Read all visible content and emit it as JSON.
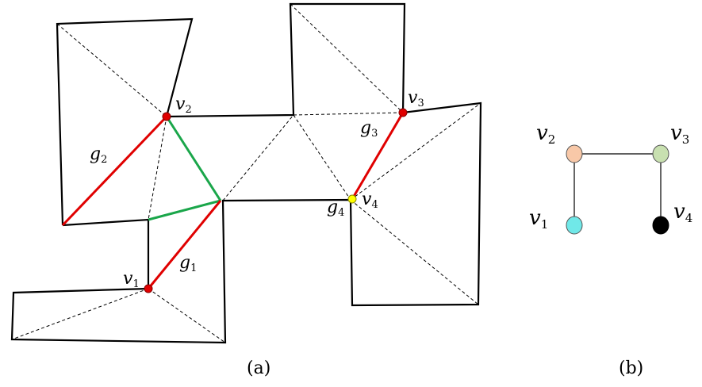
{
  "panel_a": {
    "caption": "(a)",
    "vertices": [
      {
        "id": "v1",
        "base": "v",
        "sub": "1",
        "color": "#e00000"
      },
      {
        "id": "v2",
        "base": "v",
        "sub": "2",
        "color": "#e00000"
      },
      {
        "id": "v3",
        "base": "v",
        "sub": "3",
        "color": "#e00000"
      },
      {
        "id": "v4",
        "base": "v",
        "sub": "4",
        "color": "#ffff00"
      }
    ],
    "guards": [
      {
        "base": "g",
        "sub": "1",
        "color": "#e00000"
      },
      {
        "base": "g",
        "sub": "2",
        "color": "#e00000"
      },
      {
        "base": "g",
        "sub": "3",
        "color": "#e00000"
      },
      {
        "base": "g",
        "sub": "4"
      }
    ],
    "green_color": "#1aa64a"
  },
  "panel_b": {
    "caption": "(b)",
    "nodes": [
      {
        "id": "v2",
        "base": "v",
        "sub": "2",
        "color": "#f8c8a8"
      },
      {
        "id": "v3",
        "base": "v",
        "sub": "3",
        "color": "#c8e0b0"
      },
      {
        "id": "v1",
        "base": "v",
        "sub": "1",
        "color": "#70e8e8"
      },
      {
        "id": "v4",
        "base": "v",
        "sub": "4",
        "color": "#000000"
      }
    ],
    "edges": [
      [
        "v2",
        "v3"
      ],
      [
        "v2",
        "v1"
      ],
      [
        "v3",
        "v4"
      ]
    ]
  }
}
